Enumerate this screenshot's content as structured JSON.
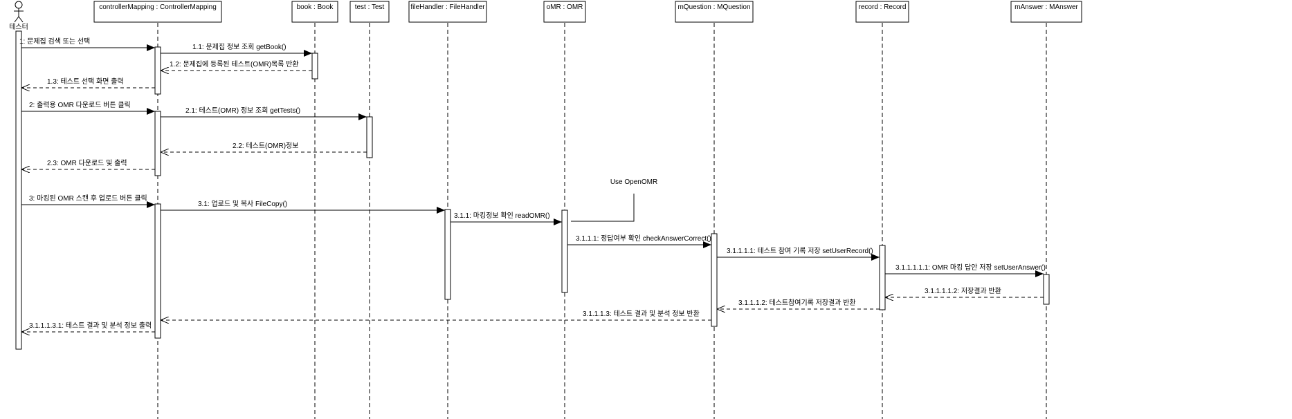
{
  "actor": {
    "name": "테스터"
  },
  "lifelines": [
    {
      "id": "controller",
      "label": "controllerMapping : ControllerMapping"
    },
    {
      "id": "book",
      "label": "book : Book"
    },
    {
      "id": "test",
      "label": "test : Test"
    },
    {
      "id": "file",
      "label": "fileHandler : FileHandler"
    },
    {
      "id": "omr",
      "label": "oMR : OMR"
    },
    {
      "id": "mq",
      "label": "mQuestion : MQuestion"
    },
    {
      "id": "record",
      "label": "record : Record"
    },
    {
      "id": "ma",
      "label": "mAnswer : MAnswer"
    }
  ],
  "messages": [
    {
      "label": "1: 문제집 검색 또는 선택",
      "from": "actor",
      "to": "controller",
      "kind": "sync"
    },
    {
      "label": "1.1: 문제집 정보 조회 getBook()",
      "from": "controller",
      "to": "book",
      "kind": "sync"
    },
    {
      "label": "1.2: 문제집에 등록된 테스트(OMR)목록 반환",
      "from": "book",
      "to": "controller",
      "kind": "return"
    },
    {
      "label": "1.3: 테스트 선택 화면 출력",
      "from": "controller",
      "to": "actor",
      "kind": "return"
    },
    {
      "label": "2: 출력용 OMR 다운로드 버튼 클릭",
      "from": "actor",
      "to": "controller",
      "kind": "sync"
    },
    {
      "label": "2.1: 테스트(OMR) 정보 조회 getTests()",
      "from": "controller",
      "to": "test",
      "kind": "sync"
    },
    {
      "label": "2.2: 테스트(OMR)정보",
      "from": "test",
      "to": "controller",
      "kind": "return"
    },
    {
      "label": "2.3: OMR 다운로드 및 출력",
      "from": "controller",
      "to": "actor",
      "kind": "return"
    },
    {
      "label": "3: 마킹된 OMR 스캔 후 업로드 버튼 클릭",
      "from": "actor",
      "to": "controller",
      "kind": "sync"
    },
    {
      "label": "3.1: 업로드 및 복사 FileCopy()",
      "from": "controller",
      "to": "file",
      "kind": "sync"
    },
    {
      "label": "3.1.1: 마킹정보 확인 readOMR()",
      "from": "file",
      "to": "omr",
      "kind": "sync"
    },
    {
      "label": "3.1.1.1: 정답여부 확인 checkAnswerCorrect()",
      "from": "omr",
      "to": "mq",
      "kind": "sync"
    },
    {
      "label": "3.1.1.1.1: 테스트 참여 기록 저장 setUserRecord()",
      "from": "mq",
      "to": "record",
      "kind": "sync"
    },
    {
      "label": "3.1.1.1.1.1: OMR 마킹 답안 저장 setUserAnswer()",
      "from": "record",
      "to": "ma",
      "kind": "sync"
    },
    {
      "label": "3.1.1.1.1.2: 저장결과 반환",
      "from": "ma",
      "to": "record",
      "kind": "return"
    },
    {
      "label": "3.1.1.1.2: 테스트참여기록 저장결과 반환",
      "from": "record",
      "to": "mq",
      "kind": "return"
    },
    {
      "label": "3.1.1.1.3: 테스트 결과 및 분석 정보 반환",
      "from": "mq",
      "to": "controller",
      "kind": "return"
    },
    {
      "label": "3.1.1.1.3.1: 테스트 결과 및 분석 정보 출력",
      "from": "controller",
      "to": "actor",
      "kind": "return"
    }
  ],
  "note": {
    "text": "Use OpenOMR"
  }
}
